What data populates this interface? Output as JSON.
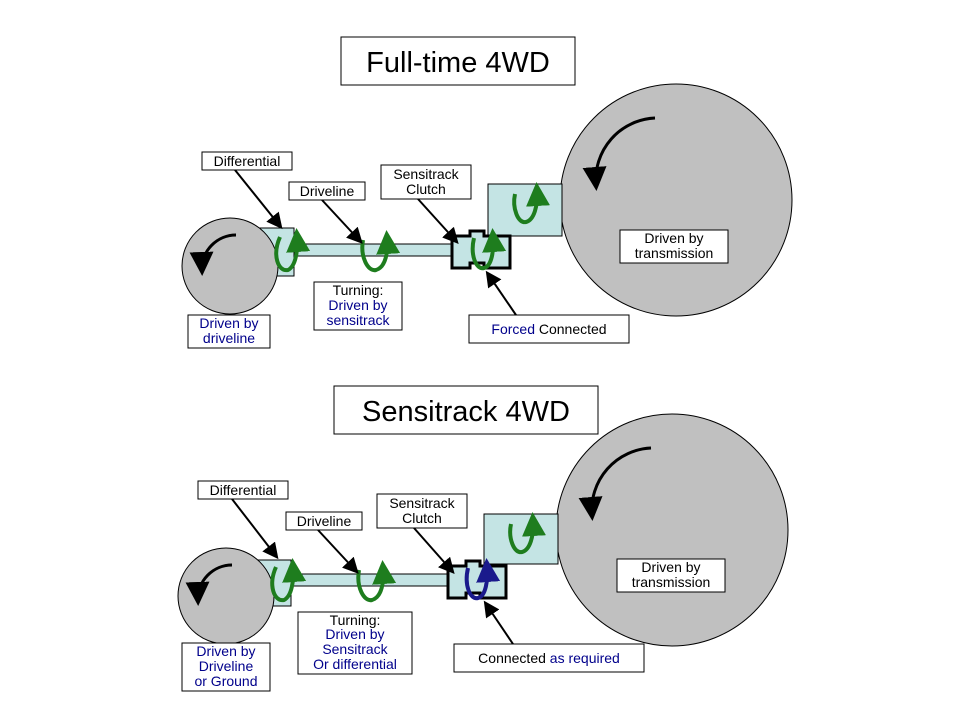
{
  "panels": [
    {
      "title": "Full-time 4WD",
      "differential": "Differential",
      "driveline": "Driveline",
      "clutch": [
        "Sensitrack",
        "Clutch"
      ],
      "small_wheel": [
        "Driven by",
        "driveline"
      ],
      "turning": [
        "Turning:",
        "Driven by",
        "sensitrack"
      ],
      "connection": [
        "Forced",
        " Connected"
      ],
      "big_wheel": [
        "Driven by",
        "transmission"
      ]
    },
    {
      "title": "Sensitrack 4WD",
      "differential": "Differential",
      "driveline": "Driveline",
      "clutch": [
        "Sensitrack",
        "Clutch"
      ],
      "small_wheel": [
        "Driven by",
        "Driveline",
        "or Ground"
      ],
      "turning": [
        "Turning:",
        "Driven by",
        "Sensitrack",
        "Or differential"
      ],
      "connection": [
        "Connected ",
        "as required"
      ],
      "big_wheel": [
        "Driven by",
        "transmission"
      ]
    }
  ],
  "colors": {
    "rotation_green": "#1e7d1e",
    "clutch_blue": "#1a1a8c",
    "label_blue": "#00008b",
    "part_fill": "#c4e4e4",
    "wheel_fill": "#c0c0c0"
  }
}
